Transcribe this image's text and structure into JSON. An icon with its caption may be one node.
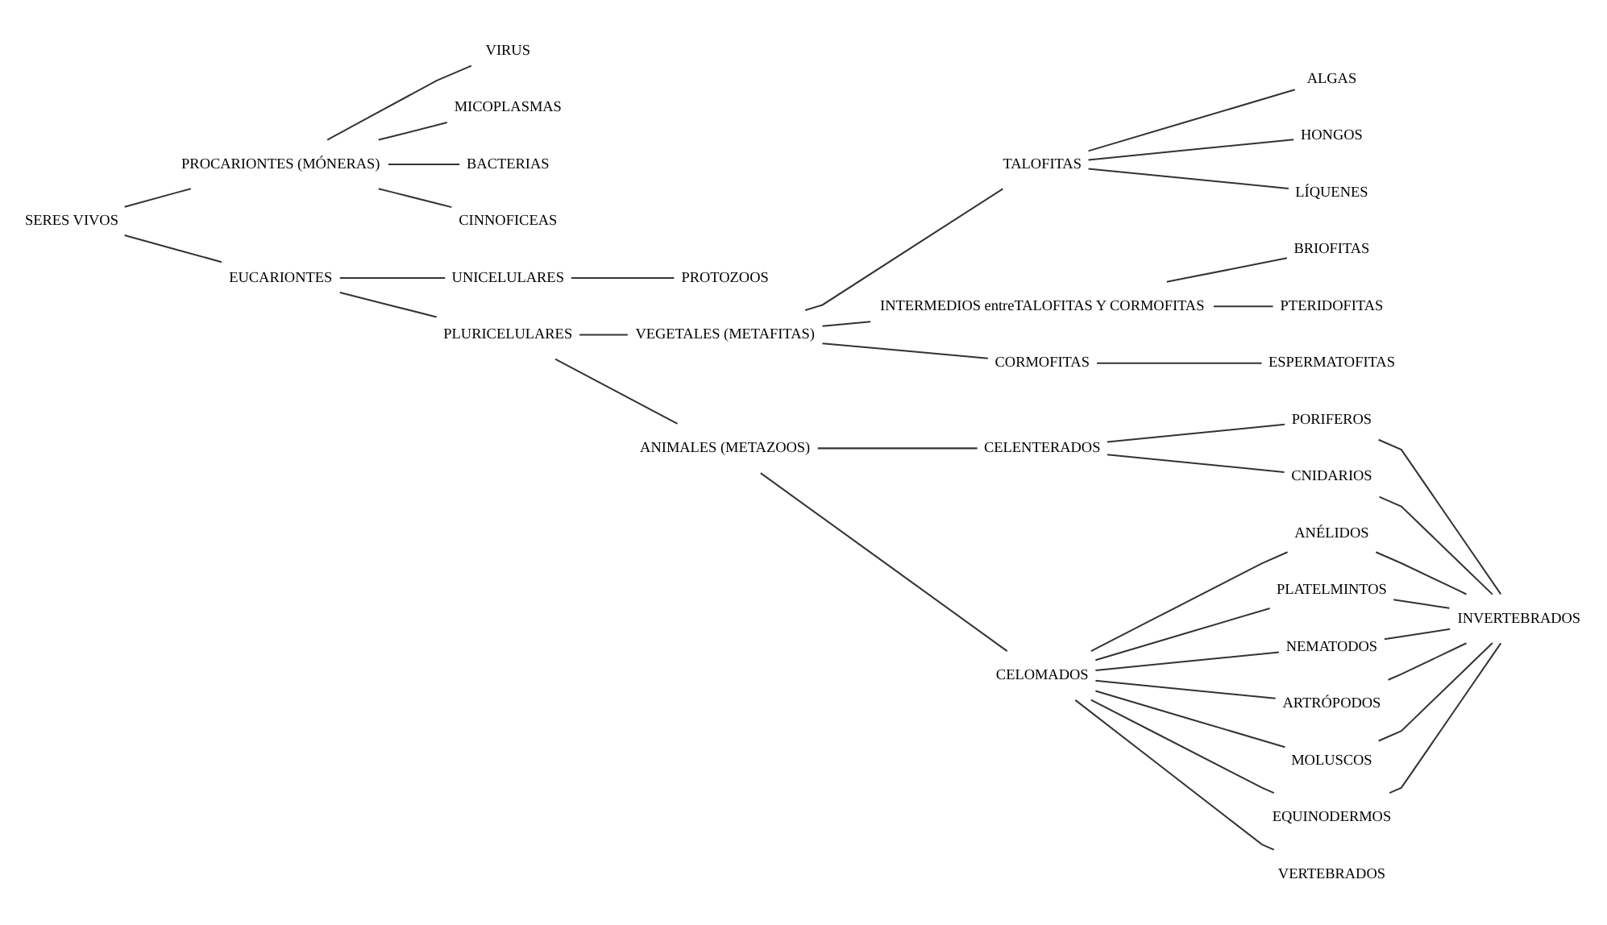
{
  "diagram": {
    "nodes": [
      {
        "text": [
          "SERES VIVOS"
        ]
      },
      {
        "text": [
          "PROCARIONTES (MÓNERAS)"
        ]
      },
      {
        "text": [
          "EUCARIONTES"
        ]
      },
      {
        "text": [
          "VIRUS"
        ]
      },
      {
        "text": [
          "MICOPLASMAS"
        ]
      },
      {
        "text": [
          "BACTERIAS"
        ]
      },
      {
        "text": [
          "CINNOFICEAS"
        ]
      },
      {
        "text": [
          "UNICELULARES"
        ]
      },
      {
        "text": [
          "PLURICELULARES"
        ]
      },
      {
        "text": [
          "PROTOZOOS"
        ]
      },
      {
        "text": [
          "VEGETALES (METAFITAS)"
        ]
      },
      {
        "text": [
          "ANIMALES (METAZOOS)"
        ]
      },
      {
        "text": [
          "TALOFITAS"
        ]
      },
      {
        "text": [
          "INTERMEDIOS entreTALOFITAS Y CORMOFITAS"
        ]
      },
      {
        "text": [
          "CORMOFITAS"
        ]
      },
      {
        "text": [
          "ALGAS"
        ]
      },
      {
        "text": [
          "HONGOS"
        ]
      },
      {
        "text": [
          "LÍQUENES"
        ]
      },
      {
        "text": [
          "BRIOFITAS"
        ]
      },
      {
        "text": [
          "PTERIDOFITAS"
        ]
      },
      {
        "text": [
          "ESPERMATOFITAS"
        ]
      },
      {
        "text": [
          "CELENTERADOS"
        ]
      },
      {
        "text": [
          "CELOMADOS"
        ]
      },
      {
        "text": [
          "PORIFEROS"
        ]
      },
      {
        "text": [
          "CNIDARIOS"
        ]
      },
      {
        "text": [
          "ANÉLIDOS"
        ]
      },
      {
        "text": [
          "PLATELMINTOS"
        ]
      },
      {
        "text": [
          "NEMATODOS"
        ]
      },
      {
        "text": [
          "ARTRÓPODOS"
        ]
      },
      {
        "text": [
          "MOLUSCOS"
        ]
      },
      {
        "text": [
          "EQUINODERMOS"
        ]
      },
      {
        "text": [
          "VERTEBRADOS"
        ]
      },
      {
        "text": [
          "INVERTEBRADOS"
        ]
      }
    ],
    "edges": [
      {
        "from": 0,
        "to": 1,
        "arrow": "none"
      },
      {
        "from": 0,
        "to": 2,
        "arrow": "none"
      },
      {
        "from": 1,
        "to": 3,
        "arrow": "none"
      },
      {
        "from": 1,
        "to": 4,
        "arrow": "none"
      },
      {
        "from": 1,
        "to": 5,
        "arrow": "none"
      },
      {
        "from": 1,
        "to": 6,
        "arrow": "none"
      },
      {
        "from": 2,
        "to": 7,
        "arrow": "none"
      },
      {
        "from": 2,
        "to": 8,
        "arrow": "none"
      },
      {
        "from": 7,
        "to": 9,
        "arrow": "none"
      },
      {
        "from": 8,
        "to": 10,
        "arrow": "none"
      },
      {
        "from": 8,
        "to": 11,
        "arrow": "none"
      },
      {
        "from": 10,
        "to": 12,
        "arrow": "none"
      },
      {
        "from": 10,
        "to": 13,
        "arrow": "none"
      },
      {
        "from": 10,
        "to": 14,
        "arrow": "none"
      },
      {
        "from": 12,
        "to": 15,
        "arrow": "none"
      },
      {
        "from": 12,
        "to": 16,
        "arrow": "none"
      },
      {
        "from": 12,
        "to": 17,
        "arrow": "none"
      },
      {
        "from": 13,
        "to": 18,
        "arrow": "none"
      },
      {
        "from": 13,
        "to": 19,
        "arrow": "none"
      },
      {
        "from": 14,
        "to": 20,
        "arrow": "none"
      },
      {
        "from": 11,
        "to": 21,
        "arrow": "none"
      },
      {
        "from": 11,
        "to": 22,
        "arrow": "none"
      },
      {
        "from": 21,
        "to": 23,
        "arrow": "none"
      },
      {
        "from": 21,
        "to": 24,
        "arrow": "none"
      },
      {
        "from": 22,
        "to": 25,
        "arrow": "none"
      },
      {
        "from": 22,
        "to": 26,
        "arrow": "none"
      },
      {
        "from": 22,
        "to": 27,
        "arrow": "none"
      },
      {
        "from": 22,
        "to": 28,
        "arrow": "none"
      },
      {
        "from": 22,
        "to": 29,
        "arrow": "none"
      },
      {
        "from": 22,
        "to": 30,
        "arrow": "none"
      },
      {
        "from": 22,
        "to": 31,
        "arrow": "none"
      },
      {
        "from": 23,
        "to": 32,
        "arrow": "none"
      },
      {
        "from": 24,
        "to": 32,
        "arrow": "none"
      },
      {
        "from": 25,
        "to": 32,
        "arrow": "none"
      },
      {
        "from": 26,
        "to": 32,
        "arrow": "none"
      },
      {
        "from": 27,
        "to": 32,
        "arrow": "none"
      },
      {
        "from": 28,
        "to": 32,
        "arrow": "none"
      },
      {
        "from": 29,
        "to": 32,
        "arrow": "none"
      },
      {
        "from": 30,
        "to": 32,
        "arrow": "none"
      }
    ]
  }
}
